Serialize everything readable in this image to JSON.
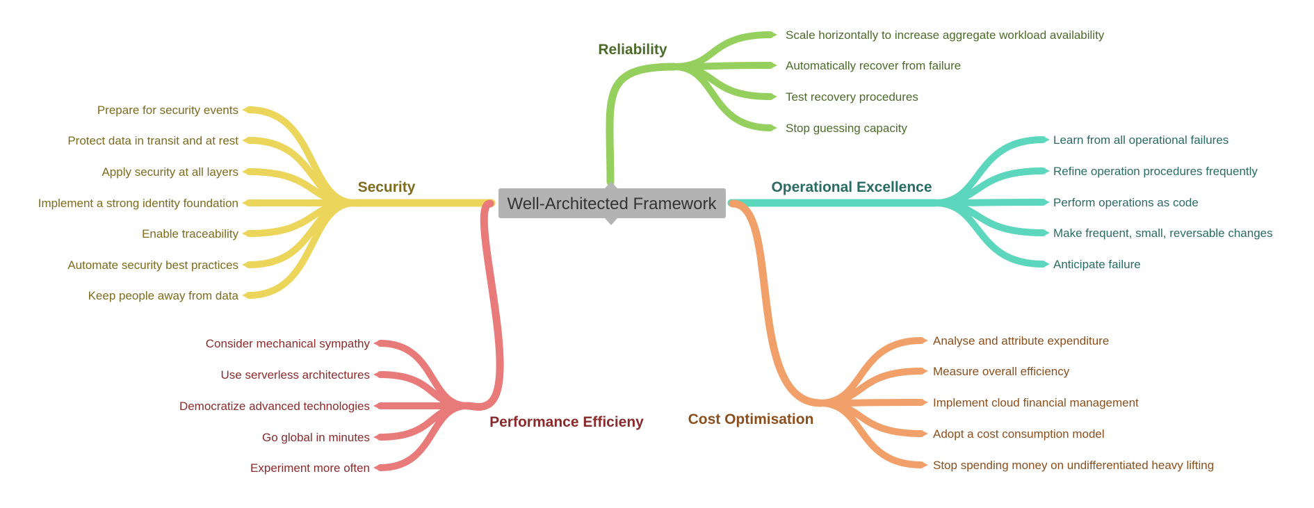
{
  "root": {
    "label": "Well-Architected Framework",
    "color": "#b3b3b3"
  },
  "branches": {
    "reliability": {
      "title": "Reliability",
      "line_color": "#95d05e",
      "text_color": "#4c6b2a",
      "items": [
        "Scale horizontally to increase aggregate workload availability",
        "Automatically recover from failure",
        "Test recovery procedures",
        "Stop guessing capacity"
      ]
    },
    "operational_excellence": {
      "title": "Operational Excellence",
      "line_color": "#5cd6bd",
      "text_color": "#2a6b64",
      "items": [
        "Learn from all operational failures",
        "Refine operation procedures frequently",
        "Perform operations as code",
        "Make frequent, small, reversable changes",
        "Anticipate failure"
      ]
    },
    "security": {
      "title": "Security",
      "line_color": "#ebd55a",
      "text_color": "#7d6b1e",
      "items": [
        "Prepare for security events",
        "Protect data in transit and at rest",
        "Apply security at all layers",
        "Implement a strong identity foundation",
        "Enable traceability",
        "Automate security best practices",
        "Keep people away from data"
      ]
    },
    "performance_efficiency": {
      "title": "Performance Efficieny",
      "line_color": "#e87a7a",
      "text_color": "#8b2a2a",
      "items": [
        "Consider mechanical sympathy",
        "Use serverless architectures",
        "Democratize advanced technologies",
        "Go global in minutes",
        "Experiment more often"
      ]
    },
    "cost_optimisation": {
      "title": "Cost Optimisation",
      "line_color": "#f0a068",
      "text_color": "#8b4f1e",
      "items": [
        "Analyse and attribute expenditure",
        "Measure overall efficiency",
        "Implement cloud financial management",
        "Adopt a cost consumption model",
        "Stop spending money on undifferentiated heavy lifting"
      ]
    }
  }
}
